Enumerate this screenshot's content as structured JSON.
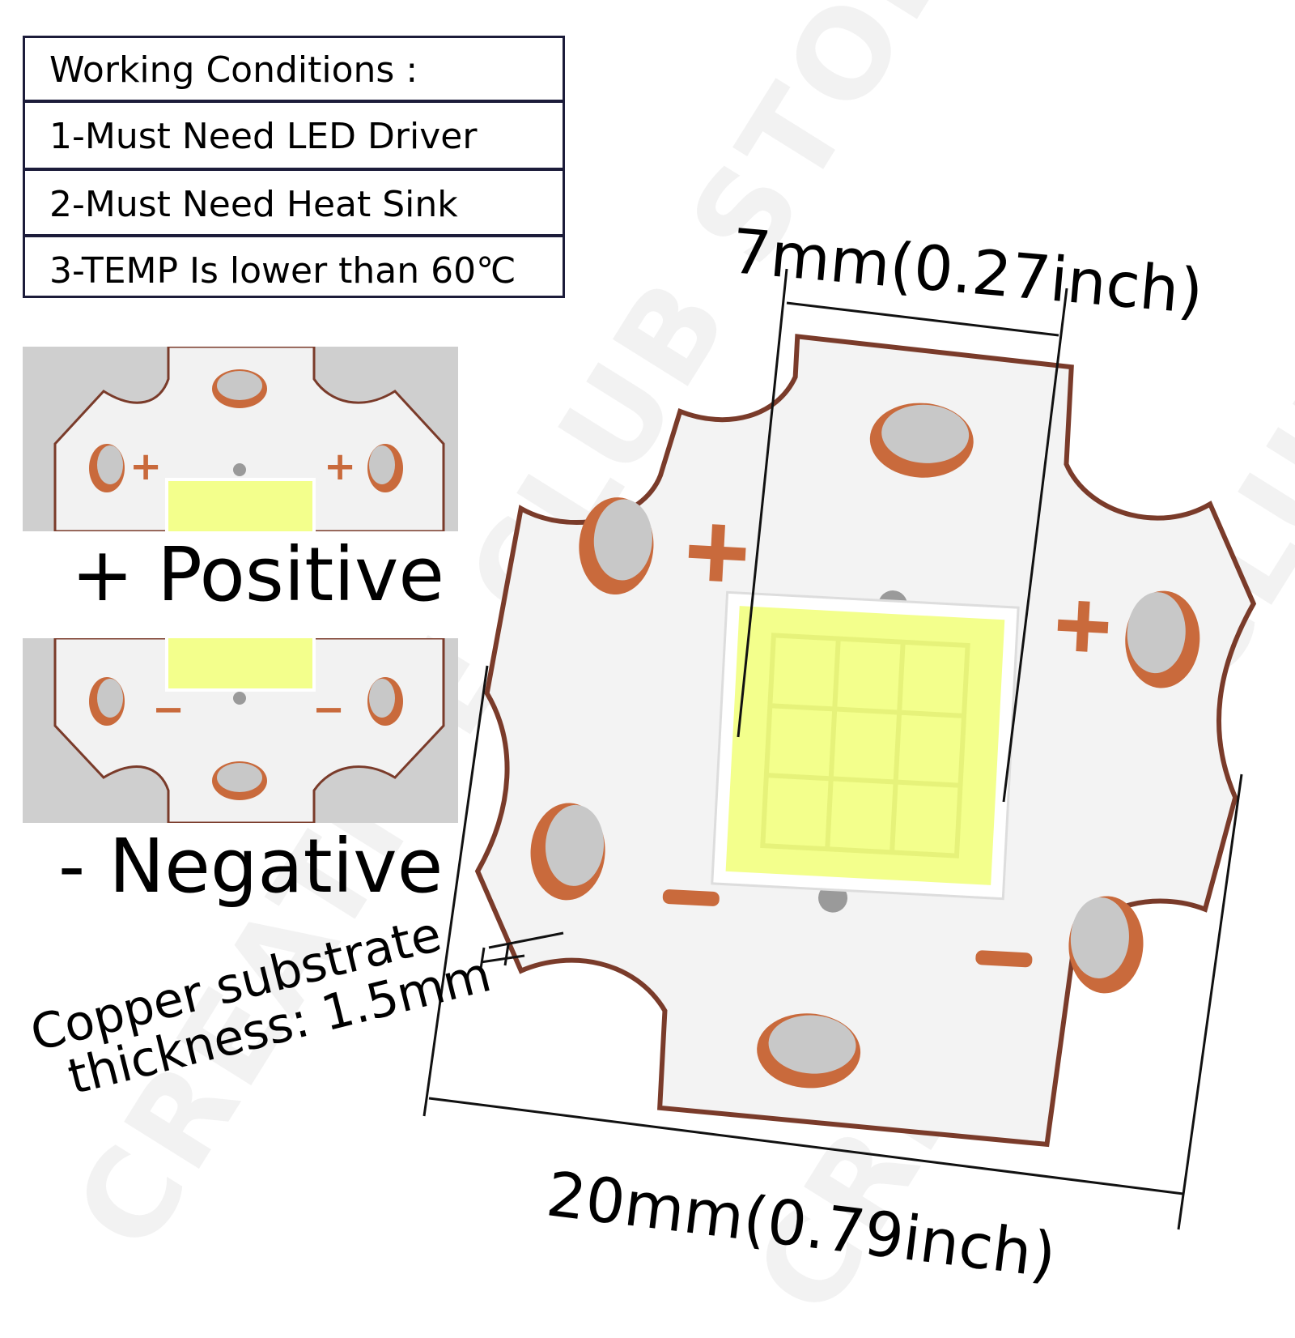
{
  "conditions": {
    "title": "Working Conditions :",
    "items": [
      "1-Must Need LED Driver",
      "2-Must Need Heat Sink",
      "3-TEMP Is lower than 60℃"
    ]
  },
  "polarity": {
    "positive_label": "+ Positive",
    "negative_label": "- Negative",
    "plus_mark": "+",
    "minus_mark": "−"
  },
  "dimensions": {
    "chip_width": "7mm(0.27inch)",
    "board_width": "20mm(0.79inch)",
    "substrate_line1": "Copper substrate",
    "substrate_line2": "thickness: 1.5mm"
  },
  "watermark": "CREATIVE CLUB STORE",
  "colors": {
    "board": "#f3f3f3",
    "copper": "#c96a3c",
    "copper_edge": "#7a3b2a",
    "led": "#f3ff8c",
    "solder": "#c8c8c8",
    "inset_bg": "#cfcfcf"
  }
}
